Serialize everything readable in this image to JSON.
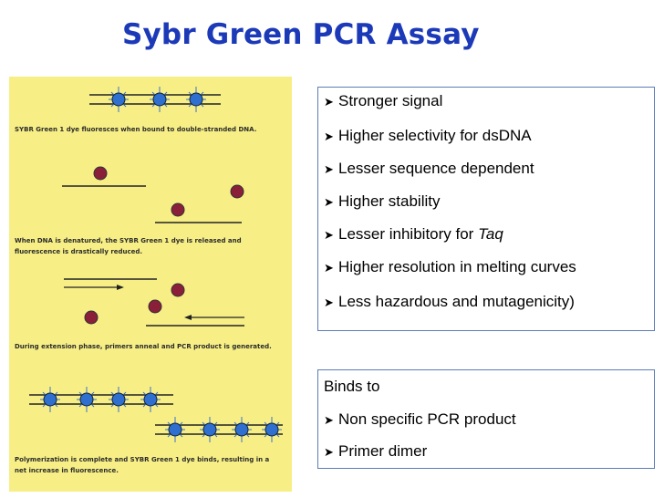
{
  "title": "Sybr Green PCR Assay",
  "diagram": {
    "caption_1": "SYBR Green 1 dye fluoresces when bound to double-stranded DNA.",
    "caption_2": "When DNA is denatured, the SYBR Green 1 dye is released and fluorescence is drastically reduced.",
    "caption_3": "During extension phase, primers anneal and PCR product is generated.",
    "caption_4": "Polymerization is complete and SYBR Green 1 dye binds, resulting in a net increase in fluorescence."
  },
  "advantages": {
    "items": [
      "Stronger signal",
      "Higher selectivity for dsDNA",
      "Lesser sequence dependent",
      "Higher stability",
      "Lesser inhibitory for ",
      "Higher resolution in melting curves",
      "Less hazardous and mutagenicity)"
    ],
    "taq": "Taq"
  },
  "binds": {
    "heading": "Binds to",
    "items": [
      "Non specific PCR product",
      "Primer dimer"
    ]
  },
  "colors": {
    "title": "#1c3ab8",
    "panel": "#f7ef86",
    "box_border": "#5a7cb8",
    "dye_bound": "#2f6fd0",
    "dye_free": "#8a1f3a"
  }
}
